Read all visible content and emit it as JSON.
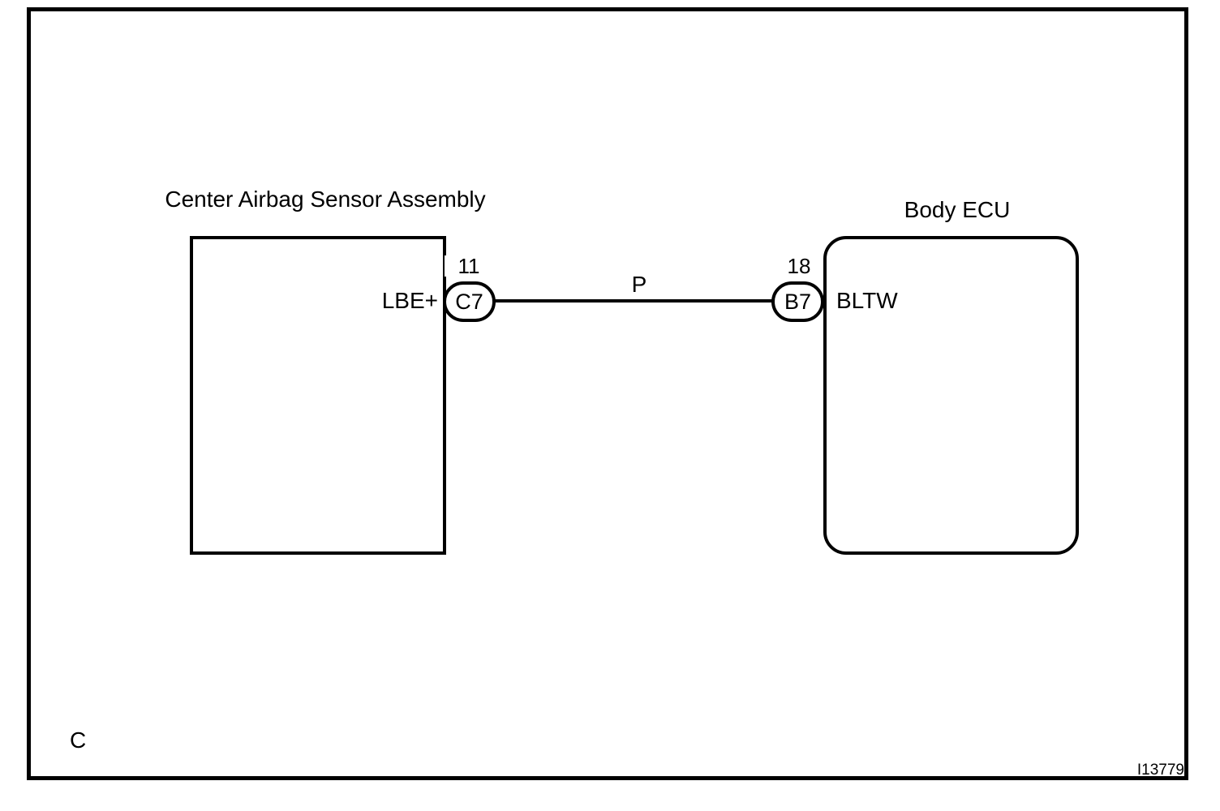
{
  "diagram": {
    "left_component": {
      "title": "Center Airbag Sensor Assembly",
      "terminal_label": "LBE+",
      "connector_code": "C7",
      "pin_number": "11"
    },
    "right_component": {
      "title": "Body ECU",
      "terminal_label": "BLTW",
      "connector_code": "B7",
      "pin_number": "18"
    },
    "wire": {
      "color_code": "P"
    },
    "footer": {
      "section_label": "C",
      "figure_id": "I13779"
    },
    "colors": {
      "line": "#000000",
      "background": "#ffffff"
    }
  }
}
